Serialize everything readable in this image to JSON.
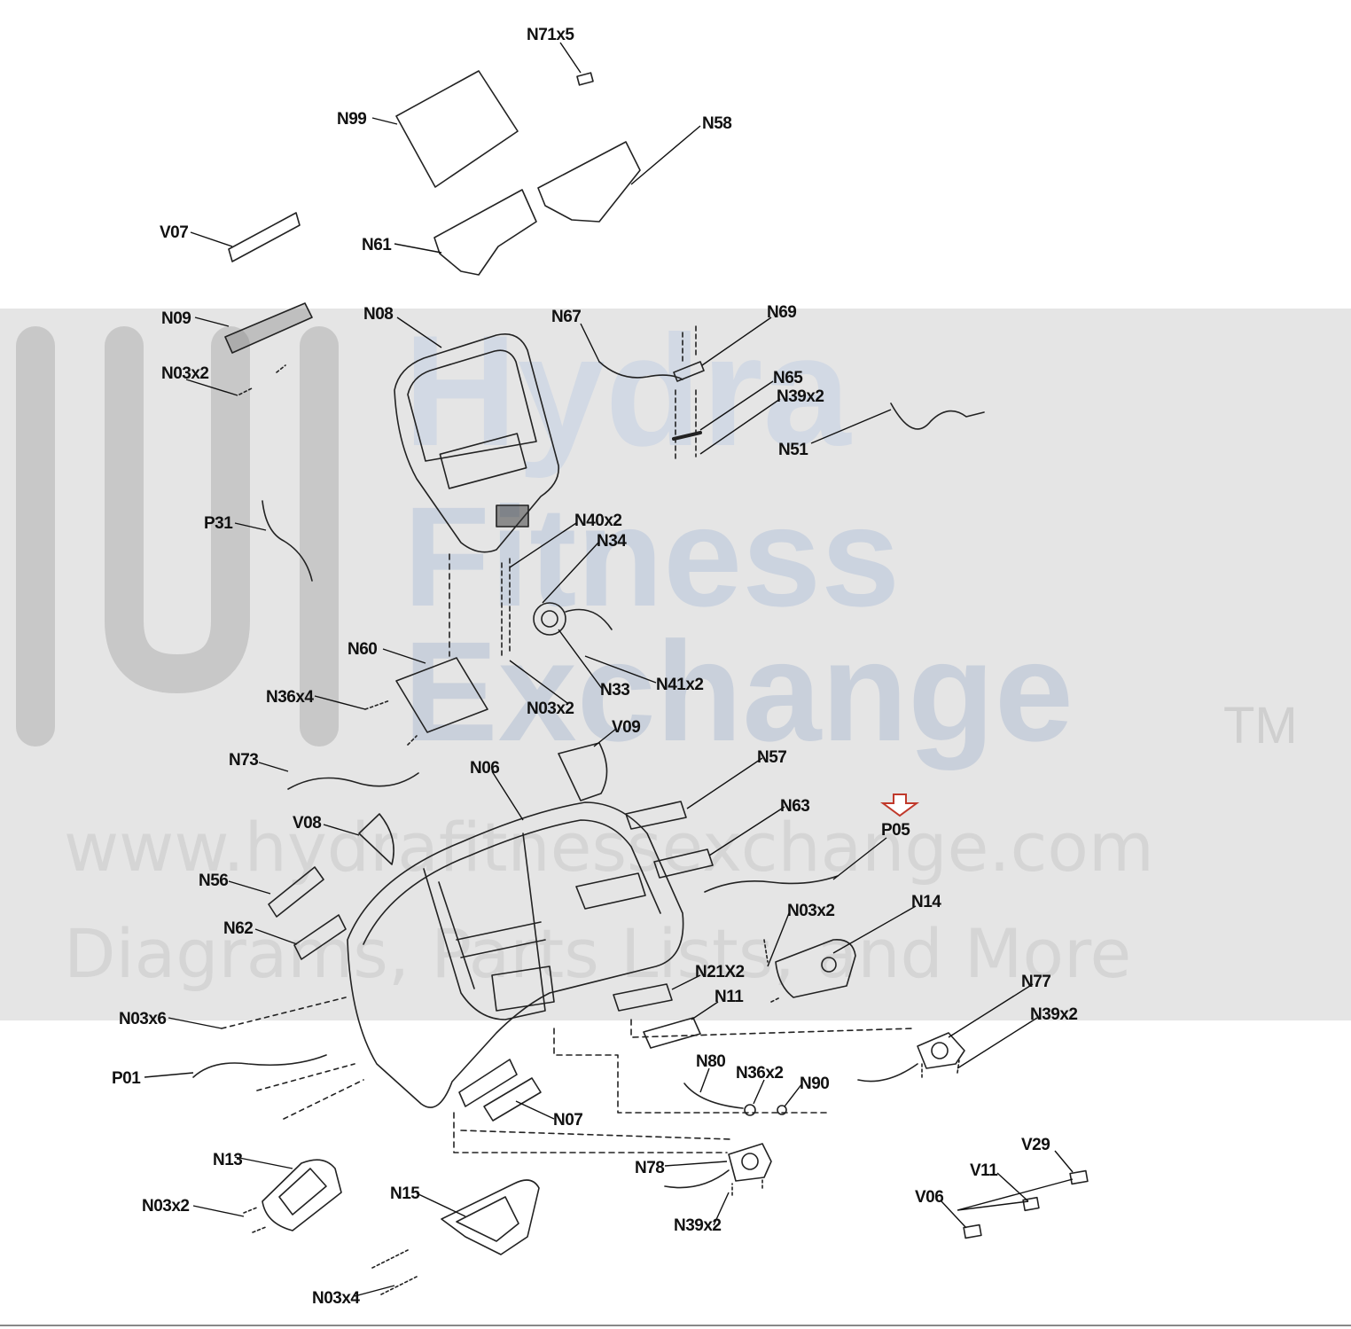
{
  "watermark": {
    "brand_line1": "Hydra",
    "brand_line2": "Fitness",
    "brand_line3": "Exchange",
    "trademark": "TM",
    "url": "www.hydrafitnessexchange.com",
    "tagline": "Diagrams, Parts Lists, and More"
  },
  "highlight": {
    "callout": "P05",
    "arrow_color": "#c0392b"
  },
  "callouts": [
    "N71x5",
    "N99",
    "N58",
    "V07",
    "N61",
    "N09",
    "N08",
    "N67",
    "N69",
    "N03x2",
    "N65",
    "N39x2",
    "N51",
    "P31",
    "N40x2",
    "N34",
    "N60",
    "N36x4",
    "N33",
    "N41x2",
    "N03x2",
    "V09",
    "N73",
    "N06",
    "N57",
    "N63",
    "V08",
    "P05",
    "N56",
    "N03x2",
    "N14",
    "N62",
    "N21X2",
    "N11",
    "N77",
    "N03x6",
    "N39x2",
    "P01",
    "N80",
    "N36x2",
    "N90",
    "N07",
    "N13",
    "N78",
    "V29",
    "N03x2",
    "N15",
    "V11",
    "V06",
    "N39x2",
    "N03x4"
  ]
}
